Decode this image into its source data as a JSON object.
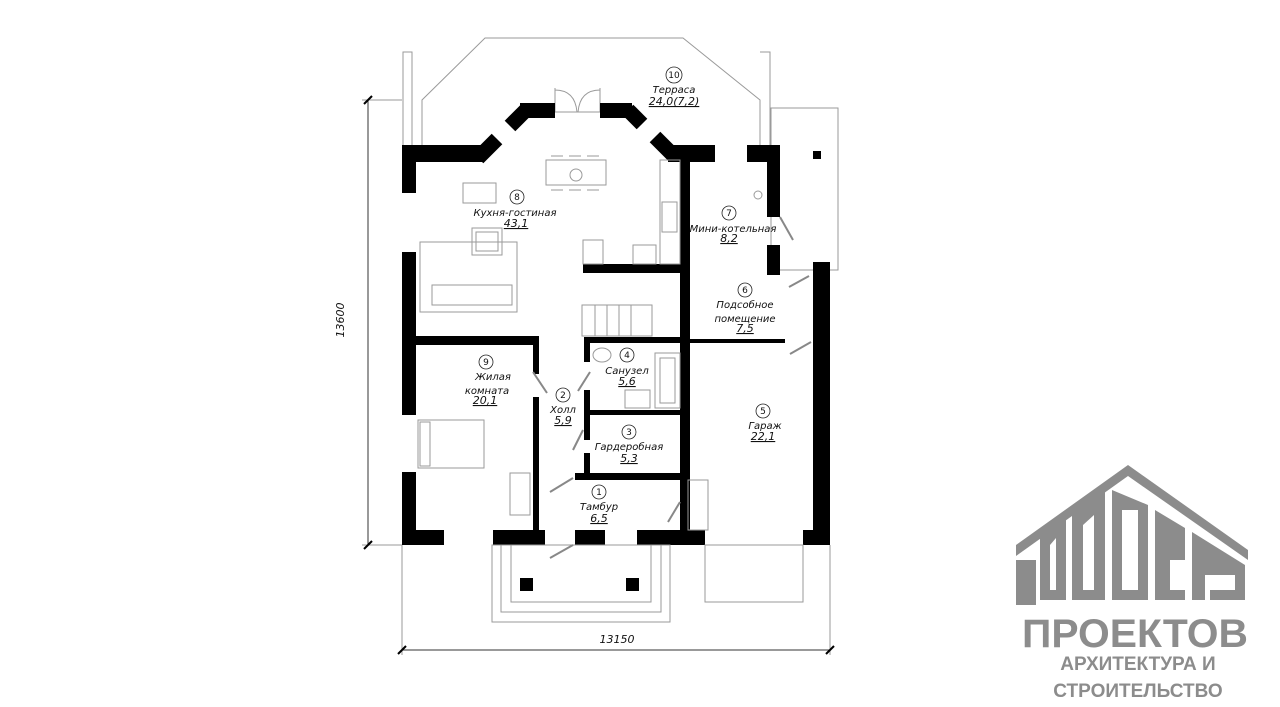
{
  "plan": {
    "dimensions": {
      "height": "13600",
      "width": "13150"
    },
    "rooms": [
      {
        "number": "1",
        "name": "Тамбур",
        "area": "6,5"
      },
      {
        "number": "2",
        "name": "Холл",
        "area": "5,9"
      },
      {
        "number": "3",
        "name": "Гардеробная",
        "area": "5,3"
      },
      {
        "number": "4",
        "name": "Санузел",
        "area": "5,6"
      },
      {
        "number": "5",
        "name": "Гараж",
        "area": "22,1"
      },
      {
        "number": "6",
        "name": "Подсобное",
        "name2": "помещение",
        "area": "7,5"
      },
      {
        "number": "7",
        "name": "Мини-котельная",
        "area": "8,2"
      },
      {
        "number": "8",
        "name": "Кухня-гостиная",
        "area": "43,1"
      },
      {
        "number": "9",
        "name": "Жилая",
        "name2": "комната",
        "area": "20,1"
      },
      {
        "number": "10",
        "name": "Терраса",
        "area": "24,0(7,2)"
      }
    ]
  },
  "logo": {
    "number": "1000",
    "title": "ПРОЕКТОВ",
    "line1": "АРХИТЕКТУРА И",
    "line2": "СТРОИТЕЛЬСТВО",
    "color": "#8c8c8c"
  }
}
